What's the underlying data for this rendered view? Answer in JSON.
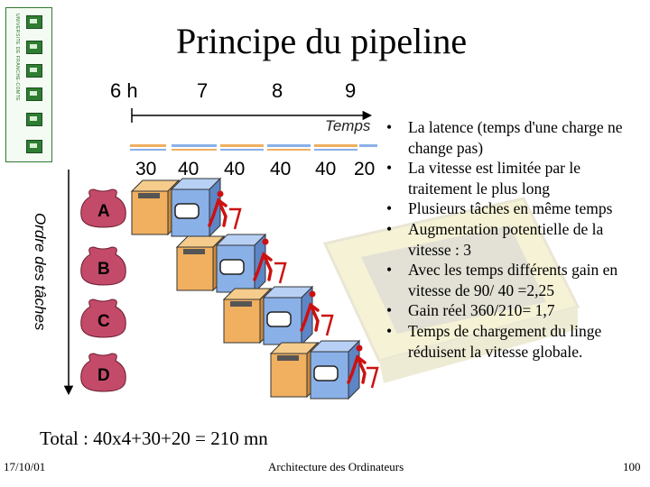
{
  "title": "Principe du pipeline",
  "logo": {
    "text": "UNIVERSITE DE FRANCHE-COMTE",
    "icons": [
      "document-icon",
      "check-icon",
      "dot-icon",
      "tape-icon",
      "grid-icon",
      "bag-icon"
    ]
  },
  "timeline": {
    "hours": [
      "6 h",
      "7",
      "8",
      "9"
    ],
    "axis_label": "Temps"
  },
  "durations": [
    "30",
    "40",
    "40",
    "40",
    "40",
    "20"
  ],
  "order_axis_label": "Ordre des tâches",
  "tasks": [
    "A",
    "B",
    "C",
    "D"
  ],
  "bullets": [
    "La latence (temps d'une charge ne change pas)",
    "La vitesse est limitée par le traitement le plus long",
    "Plusieurs tâches en même temps",
    "Augmentation potentielle de la vitesse : 3",
    "Avec les temps différents gain en vitesse de 90/ 40 =2,25",
    "Gain réel 360/210= 1,7",
    "Temps de chargement du linge réduisent la vitesse globale."
  ],
  "total": "Total : 40x4+30+20 = 210 mn",
  "footer": {
    "date": "17/10/01",
    "course": "Architecture des Ordinateurs",
    "page": "100"
  },
  "colors": {
    "bag": "#c44a6a",
    "washer": "#f0b060",
    "dryer": "#8ab0e8",
    "person": "#cc1111",
    "logo": "#2e7d32"
  }
}
